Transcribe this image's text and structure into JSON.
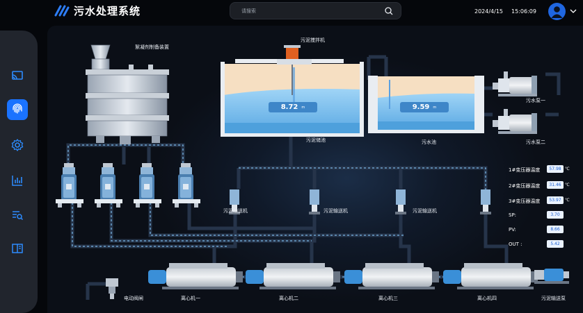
{
  "app": {
    "title": "污水处理系统"
  },
  "header": {
    "search_placeholder": "请搜索",
    "date": "2024/4/15",
    "time": "15:06:09"
  },
  "sidebar": {
    "items": [
      {
        "name": "cast",
        "icon": "cast-icon"
      },
      {
        "name": "touch",
        "icon": "fingerprint-icon",
        "active": true
      },
      {
        "name": "settings",
        "icon": "gear-icon"
      },
      {
        "name": "statistics",
        "icon": "bar-chart-icon"
      },
      {
        "name": "search-list",
        "icon": "list-search-icon"
      },
      {
        "name": "book",
        "icon": "book-icon"
      }
    ]
  },
  "scene": {
    "coagulant_device": "絮凝剂制备装置",
    "mixer": "污泥搅拌机",
    "sludge_tank": {
      "label": "污泥储池",
      "level": "8.72",
      "unit": "m"
    },
    "sewage_tank": {
      "label": "污水池",
      "level": "9.59",
      "unit": "m"
    },
    "pump1": "污水泵一",
    "pump2": "污水泵二",
    "conveyors": [
      "污泥输送机",
      "污泥输送机",
      "污泥输送机"
    ],
    "valve": "电动阀闸",
    "centrifuges": [
      "离心机一",
      "离心机二",
      "离心机三",
      "离心机四"
    ],
    "sludge_pump": "污泥输送泵"
  },
  "readouts": [
    {
      "label": "1#变压器温度",
      "value": "57.98",
      "unit": "℃"
    },
    {
      "label": "2#变压器温度",
      "value": "31.46",
      "unit": "℃"
    },
    {
      "label": "3#变压器温度",
      "value": "53.97",
      "unit": "℃"
    },
    {
      "label": "SP:",
      "value": "3.70",
      "unit": ""
    },
    {
      "label": "PV:",
      "value": "8.66",
      "unit": ""
    },
    {
      "label": "OUT :",
      "value": "5.42",
      "unit": ""
    }
  ],
  "colors": {
    "accent": "#1a73ff",
    "water": "#7cc3f2",
    "sludge": "#f6dfc2",
    "pipe": "#2f3f55"
  }
}
